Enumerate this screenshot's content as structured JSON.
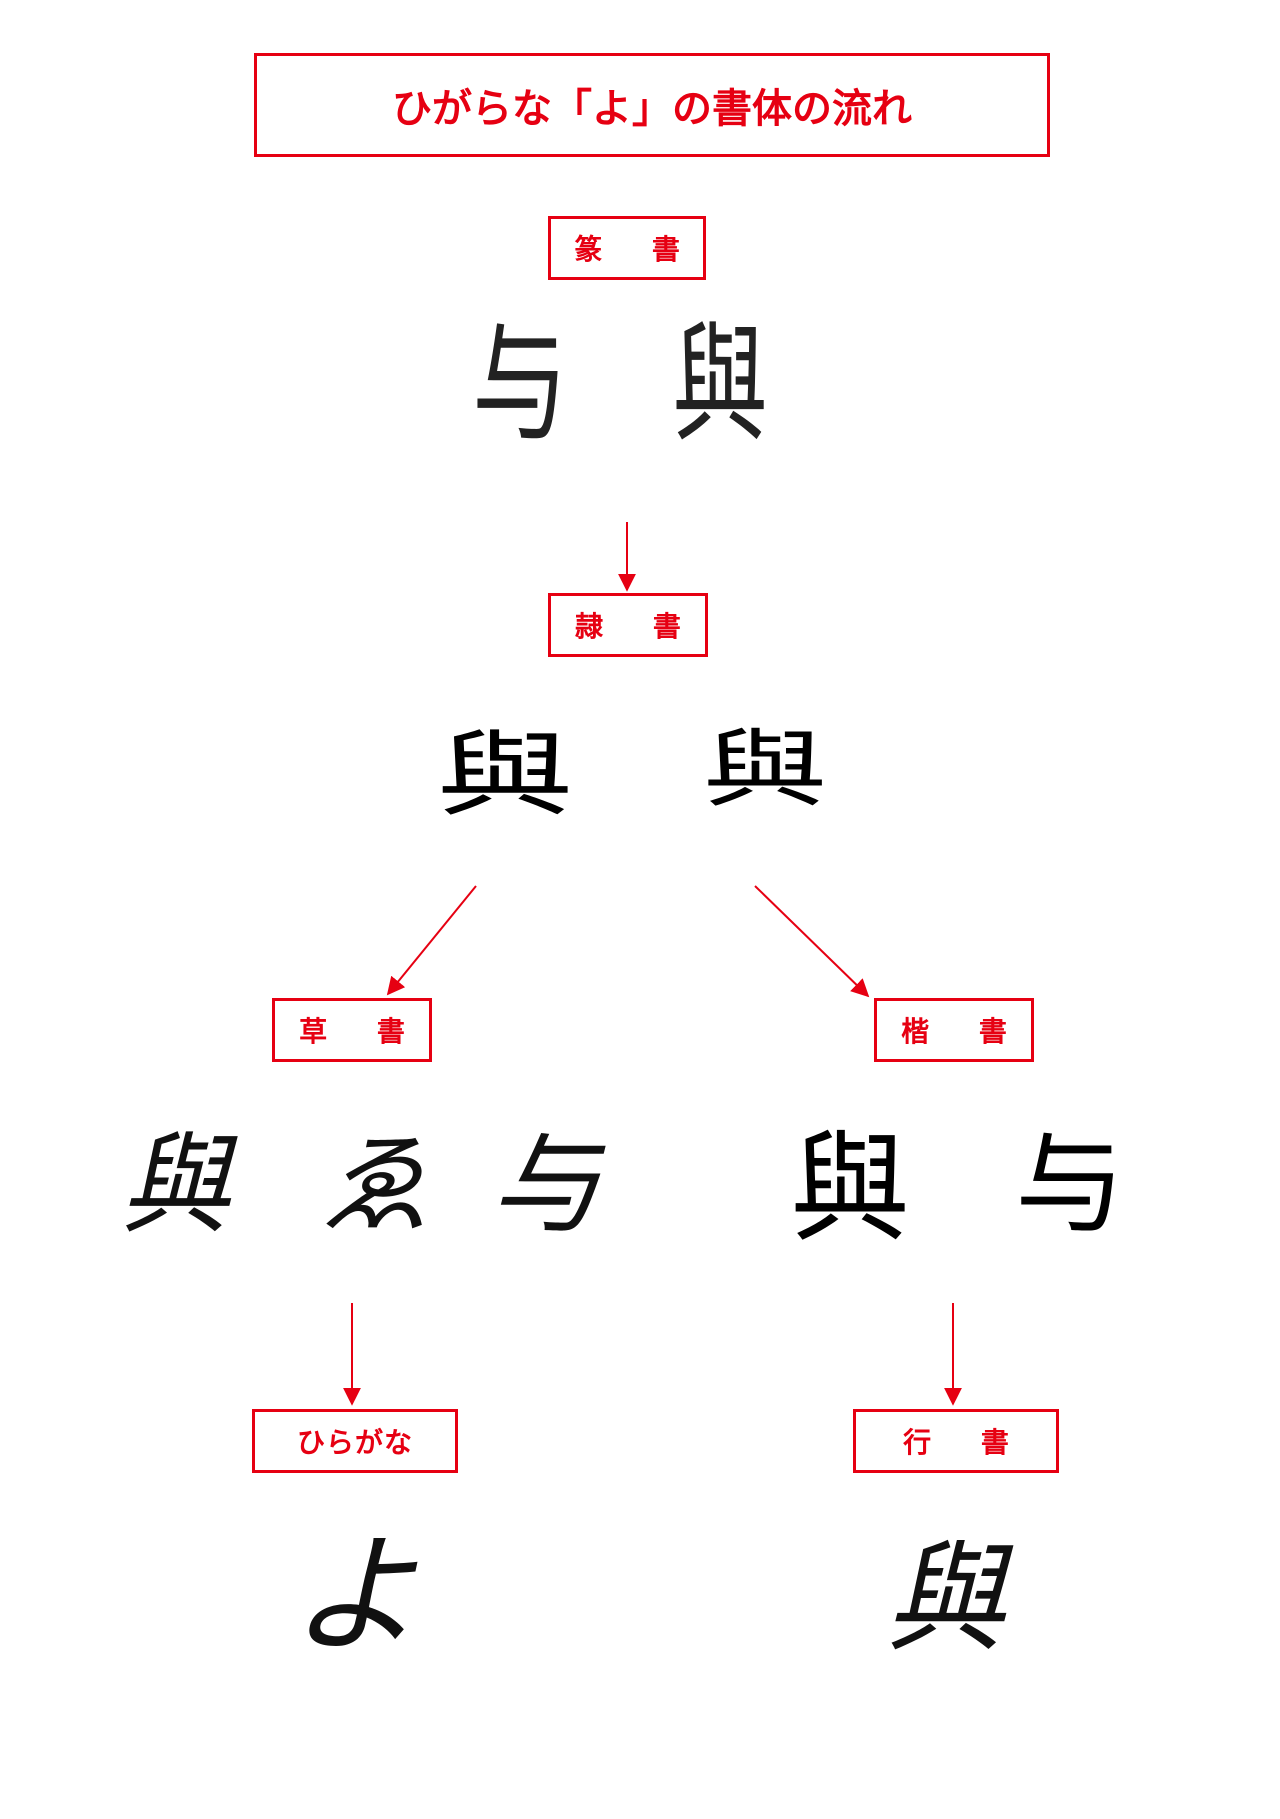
{
  "title": "ひがらな「よ」の書体の流れ",
  "stages": {
    "tensho": {
      "label": "篆 書",
      "glyphs": [
        "与",
        "與"
      ]
    },
    "reisho": {
      "label": "隷 書",
      "glyphs": [
        "與",
        "與"
      ]
    },
    "sosho": {
      "label": "草 書",
      "glyphs": [
        "與",
        "ゑ",
        "与"
      ]
    },
    "kaisho": {
      "label": "楷 書",
      "glyphs": [
        "與",
        "与"
      ]
    },
    "hiragana": {
      "label": "ひらがな",
      "glyphs": [
        "よ"
      ]
    },
    "gyosho": {
      "label": "行 書",
      "glyphs": [
        "與"
      ]
    }
  },
  "colors": {
    "accent": "#e60012",
    "ink": "#1a1a1a"
  }
}
